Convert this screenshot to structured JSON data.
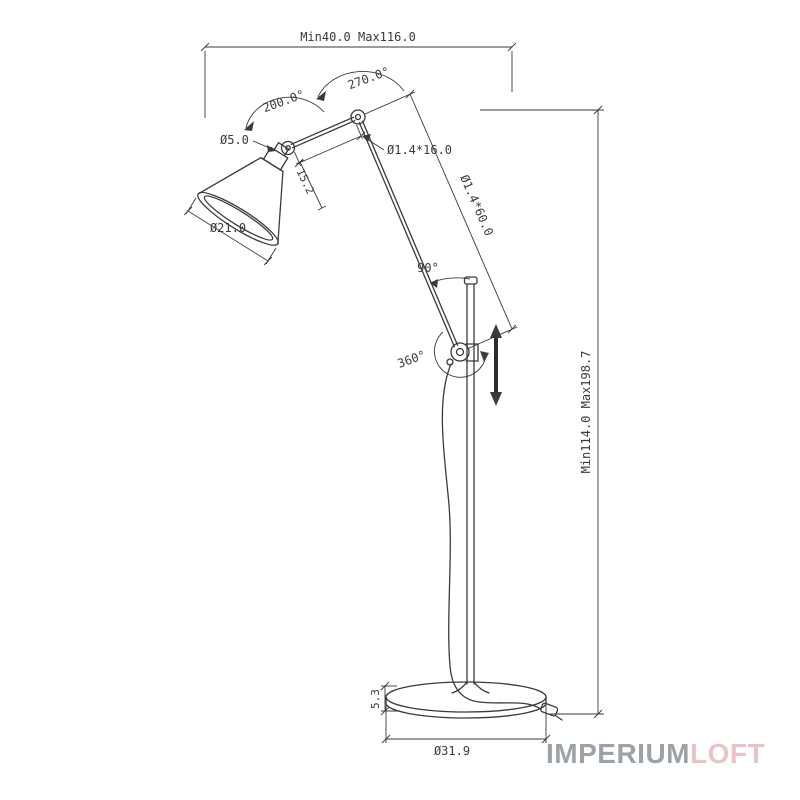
{
  "labels": {
    "top_width": "Min40.0 Max116.0",
    "elbow_angle": "270.0°",
    "shade_angle": "200.0°",
    "shade_hole_diameter": "Ø5.0",
    "upper_arm_tube": "Ø1.4*16.0",
    "lower_arm_tube": "Ø1.4*60.0",
    "shade_offset": "15.2",
    "shade_diameter": "Ø21.0",
    "arm_pole_angle": "90°",
    "pole_rotation": "360°",
    "height_range": "Min114.0 Max198.7",
    "base_thickness": "5.3",
    "base_diameter": "Ø31.9"
  },
  "watermark": {
    "brand_part1": "IMPERIUM",
    "brand_part2": "LOFT"
  },
  "colors": {
    "line": "#3a3a3a",
    "background": "#ffffff",
    "watermark_gray": "#9ca3a8",
    "watermark_pink": "#eac3c6"
  }
}
